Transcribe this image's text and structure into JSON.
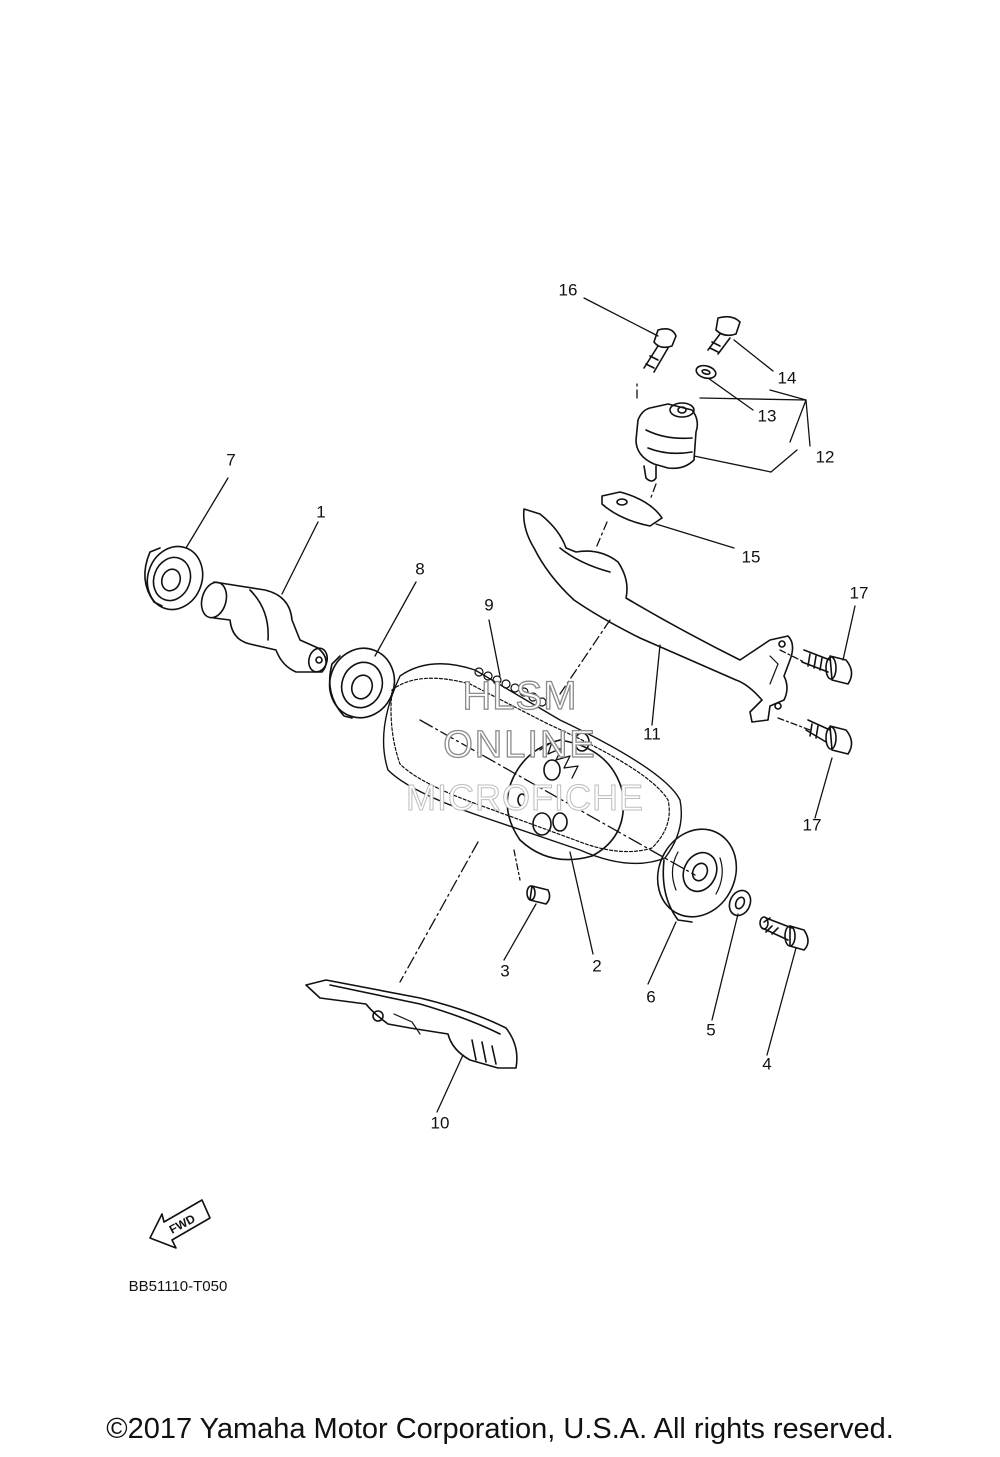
{
  "callouts": [
    {
      "id": "1",
      "text": "1"
    },
    {
      "id": "2",
      "text": "2"
    },
    {
      "id": "3",
      "text": "3"
    },
    {
      "id": "4",
      "text": "4"
    },
    {
      "id": "5",
      "text": "5"
    },
    {
      "id": "6",
      "text": "6"
    },
    {
      "id": "7",
      "text": "7"
    },
    {
      "id": "8",
      "text": "8"
    },
    {
      "id": "9",
      "text": "9"
    },
    {
      "id": "10",
      "text": "10"
    },
    {
      "id": "11",
      "text": "11"
    },
    {
      "id": "12",
      "text": "12"
    },
    {
      "id": "13",
      "text": "13"
    },
    {
      "id": "14",
      "text": "14"
    },
    {
      "id": "15",
      "text": "15"
    },
    {
      "id": "16",
      "text": "16"
    },
    {
      "id": "17a",
      "text": "17"
    },
    {
      "id": "17b",
      "text": "17"
    }
  ],
  "watermark": {
    "line1": "HLSM",
    "line2": "ONLINE",
    "line3": "MICROFICHE"
  },
  "fwd_arrow": {
    "label": "FWD"
  },
  "diagram_code": "BB51110-T050",
  "copyright": "©2017 Yamaha Motor Corporation, U.S.A. All rights reserved."
}
